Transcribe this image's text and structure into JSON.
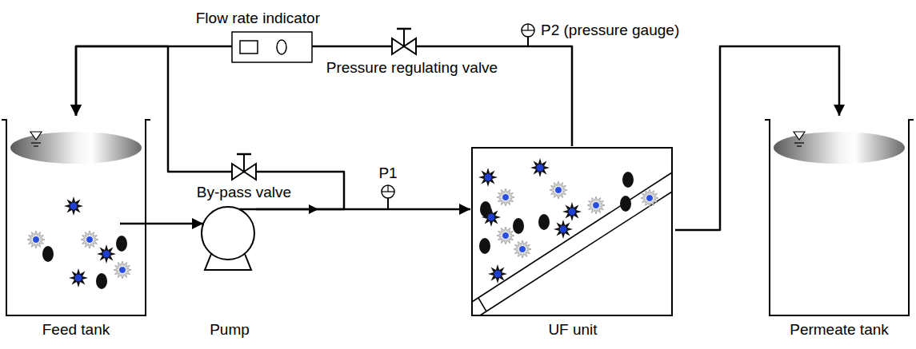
{
  "diagram": {
    "nodes": [
      {
        "text": [
          "Feed tank"
        ]
      },
      {
        "text": [
          "Pump"
        ]
      },
      {
        "text": [
          "By-pass valve"
        ]
      },
      {
        "text": [
          "P1"
        ]
      },
      {
        "text": [
          "Flow rate indicator"
        ]
      },
      {
        "text": [
          "Pressure regulating valve"
        ]
      },
      {
        "text": [
          "P2 (pressure gauge)"
        ]
      },
      {
        "text": [
          "UF unit"
        ]
      },
      {
        "text": [
          "Permeate tank"
        ]
      }
    ],
    "edges": [
      {
        "from": 0,
        "to": 1,
        "arrow": "to"
      },
      {
        "from": 1,
        "to": 7,
        "arrow": "to"
      },
      {
        "from": 1,
        "to": 2,
        "arrow": "none"
      },
      {
        "from": 2,
        "to": 0,
        "arrow": "to"
      },
      {
        "from": 7,
        "to": 5,
        "arrow": "none"
      },
      {
        "from": 5,
        "to": 4,
        "arrow": "none"
      },
      {
        "from": 4,
        "to": 0,
        "arrow": "to"
      },
      {
        "from": 7,
        "to": 8,
        "arrow": "to"
      }
    ]
  }
}
